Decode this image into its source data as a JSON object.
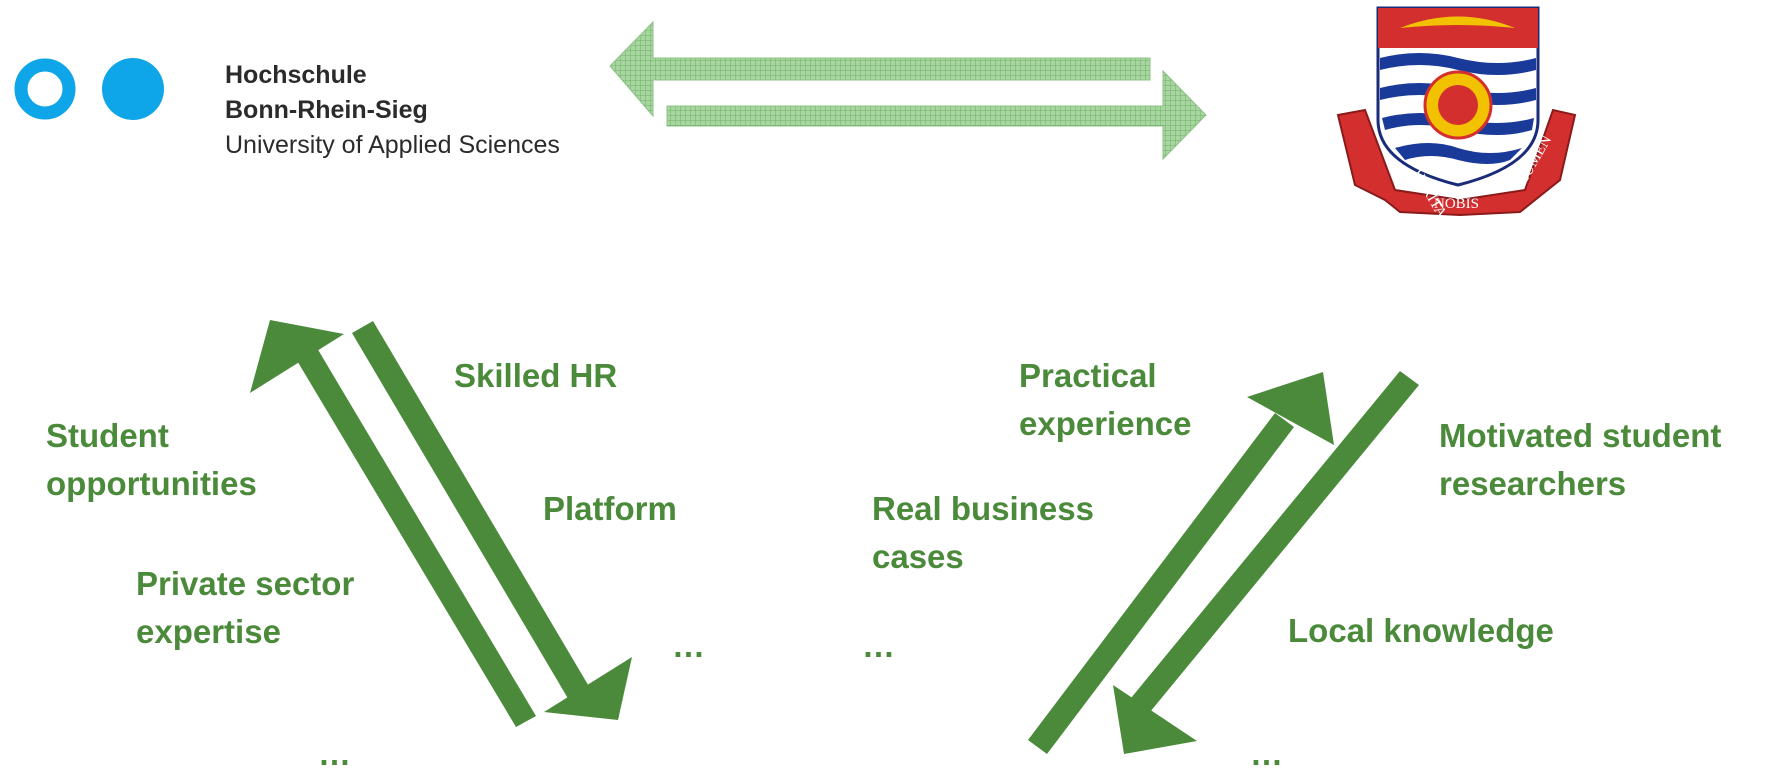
{
  "hbrs": {
    "line1": "Hochschule",
    "line2": "Bonn-Rhein-Sieg",
    "line3": "University of Applied Sciences"
  },
  "crest": {
    "motto_left": "VERITAS",
    "motto_center": "NOBIS",
    "motto_right": "LUMEN"
  },
  "left_labels": {
    "student_opportunities_1": "Student",
    "student_opportunities_2": "opportunities",
    "private_sector_1": "Private sector",
    "private_sector_2": "expertise",
    "ellipsis_bottom": "…",
    "skilled_hr": "Skilled HR",
    "platform": "Platform",
    "ellipsis_right": "…"
  },
  "right_labels": {
    "practical_1": "Practical",
    "practical_2": "experience",
    "real_business_1": "Real business",
    "real_business_2": "cases",
    "ellipsis_left": "…",
    "motivated_1": "Motivated student",
    "motivated_2": "researchers",
    "local_knowledge": "Local knowledge",
    "ellipsis_bottom": "…"
  },
  "colors": {
    "arrow_green": "#4a8a3a",
    "hatch_green": "#9fcf99",
    "hbrs_blue": "#0ea5e9"
  }
}
